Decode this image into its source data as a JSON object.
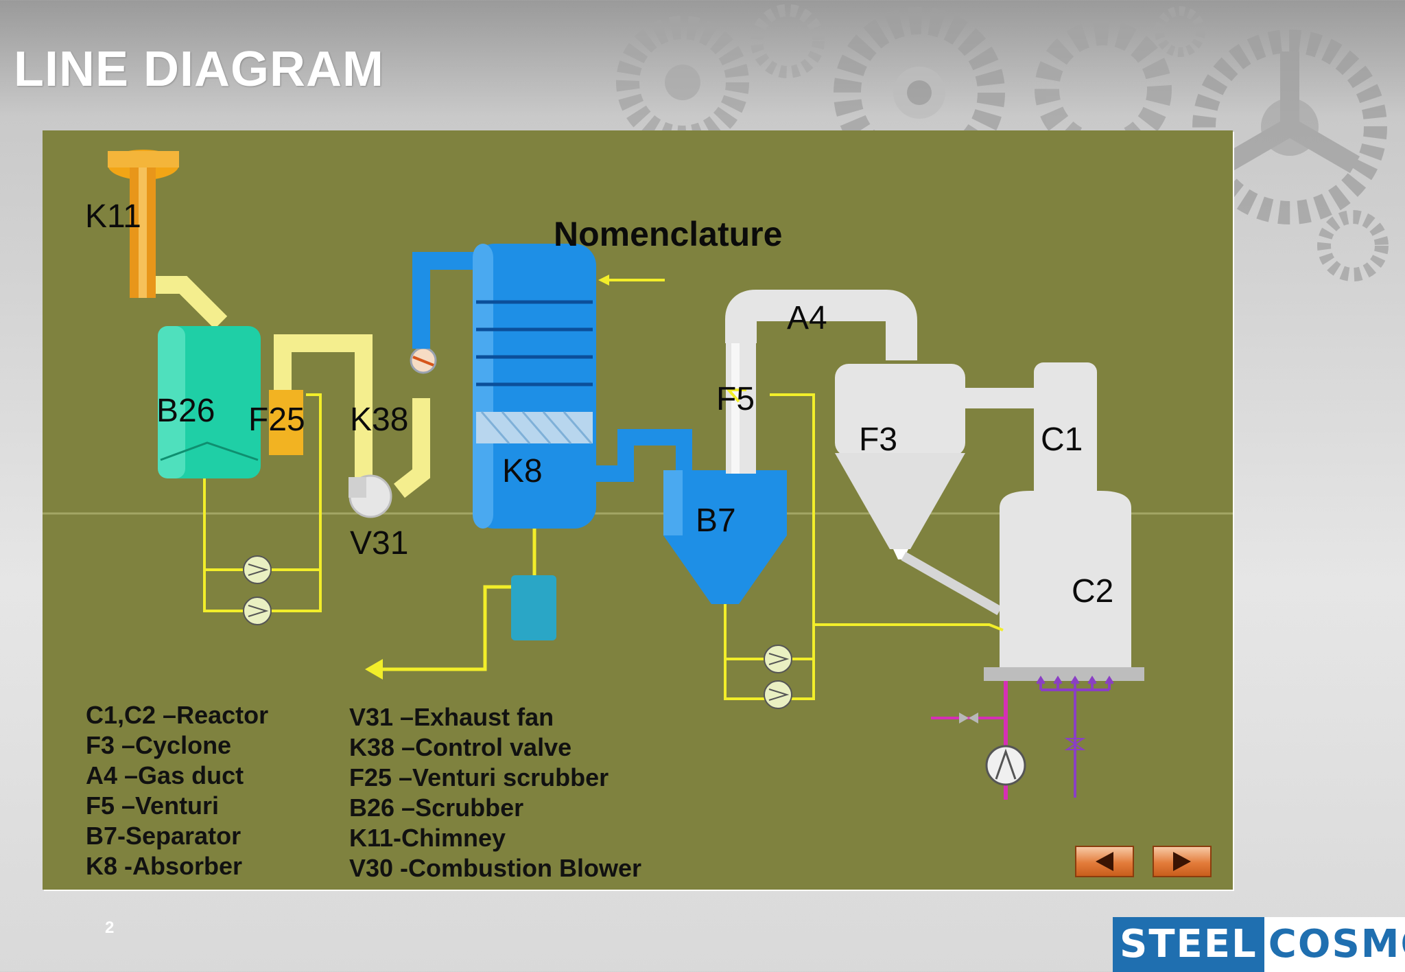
{
  "slide": {
    "title": "LINE DIAGRAM",
    "number": "2"
  },
  "diagram": {
    "heading": "Nomenclature",
    "labels": {
      "k11": "K11",
      "b26": "B26",
      "f25": "F25",
      "k38": "K38",
      "v31": "V31",
      "k8": "K8",
      "a4": "A4",
      "f5": "F5",
      "f3": "F3",
      "c1": "C1",
      "b7": "B7",
      "c2": "C2"
    },
    "legend_left": [
      "C1,C2 –Reactor",
      "F3 –Cyclone",
      "A4 –Gas duct",
      "F5 –Venturi",
      "B7-Separator",
      "K8 -Absorber"
    ],
    "legend_right": [
      "V31 –Exhaust fan",
      "K38 –Control valve",
      "F25 –Venturi scrubber",
      "B26 –Scrubber",
      "K11-Chimney",
      "V30 -Combustion Blower"
    ]
  },
  "navigation": {
    "prev_icon": "left-arrow-icon",
    "next_icon": "right-arrow-icon"
  },
  "logo": {
    "part1": "STEEL",
    "part2": "COSMOS"
  },
  "colors": {
    "panel": "#7f823f",
    "pipe_yellow": "#f4ee8e",
    "control_line": "#f2ee2a",
    "vessel_blue": "#1e8fe6",
    "vessel_teal": "#1fcfa6",
    "cyclone_white": "#e5e5e5",
    "chimney_orange": "#f2a516",
    "magenta_line": "#d62fb5",
    "purple_line": "#8a3fc4"
  }
}
